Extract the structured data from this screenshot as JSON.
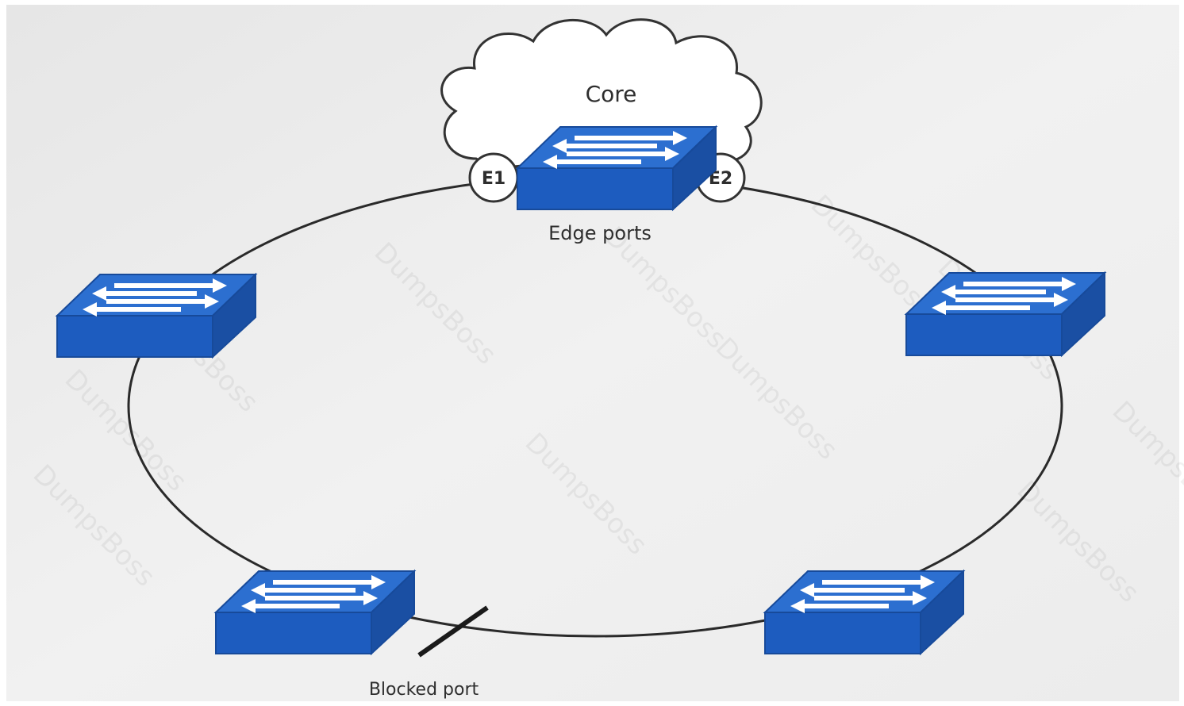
{
  "labels": {
    "core": "Core",
    "port_e1": "E1",
    "port_e2": "E2",
    "edge_ports": "Edge ports",
    "blocked_port": "Blocked port"
  },
  "watermark": "DumpsBoss",
  "colors": {
    "switch_top": "#2c6fd0",
    "switch_front": "#1d5cbf",
    "switch_side": "#1a4fa3",
    "switch_arrow": "#ffffff",
    "ring_line": "#2a2a2a",
    "cloud_stroke": "#333333",
    "background": "#eeeeee"
  },
  "nodes": [
    {
      "id": "switch-edge",
      "icon": "switch-icon"
    },
    {
      "id": "switch-left",
      "icon": "switch-icon"
    },
    {
      "id": "switch-right",
      "icon": "switch-icon"
    },
    {
      "id": "switch-bottom-left",
      "icon": "switch-icon"
    },
    {
      "id": "switch-bottom-right",
      "icon": "switch-icon"
    }
  ]
}
